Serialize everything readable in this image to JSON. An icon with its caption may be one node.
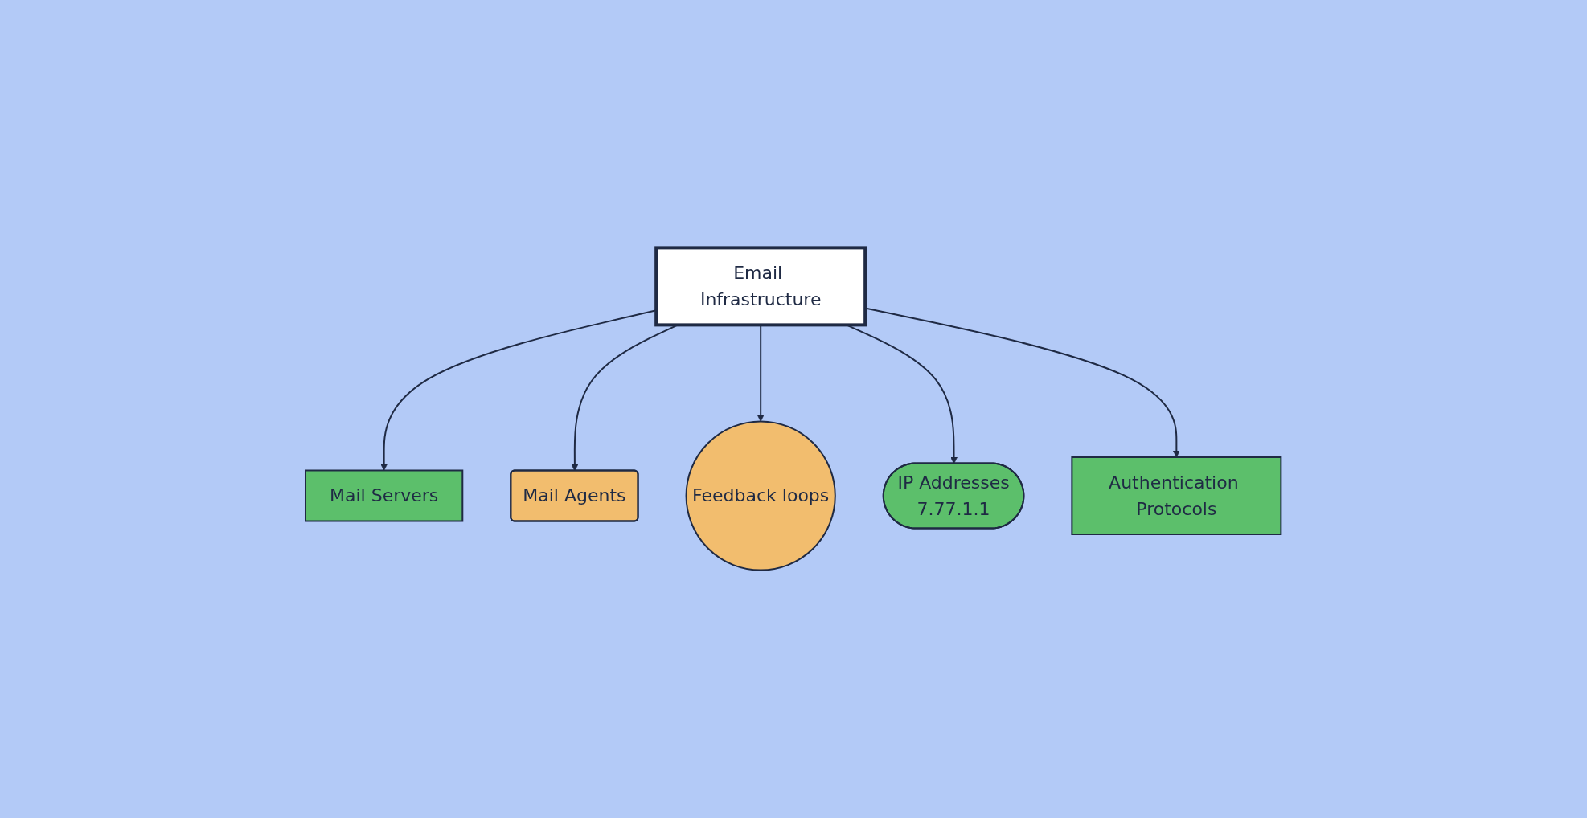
{
  "diagram": {
    "nodes": [
      {
        "text": [
          "Mail Servers"
        ]
      },
      {
        "text": [
          "Mail Agents"
        ]
      },
      {
        "text": [
          "Feedback loops"
        ]
      },
      {
        "text": [
          "Email Infrastructure"
        ]
      },
      {
        "text": [
          "IP Addresses",
          "7.77.1.1"
        ]
      },
      {
        "text": [
          "Authentication Protocols"
        ]
      }
    ],
    "edges": [
      {
        "from": 3,
        "to": 0,
        "arrow": "to"
      },
      {
        "from": 3,
        "to": 1,
        "arrow": "to"
      },
      {
        "from": 3,
        "to": 2,
        "arrow": "to"
      },
      {
        "from": 3,
        "to": 4,
        "arrow": "to"
      },
      {
        "from": 3,
        "to": 5,
        "arrow": "to"
      }
    ]
  }
}
